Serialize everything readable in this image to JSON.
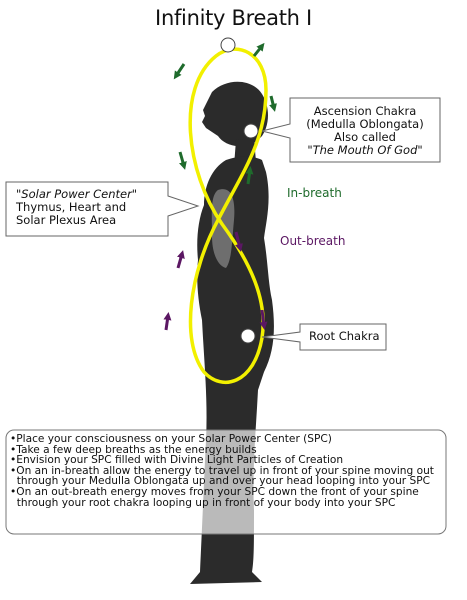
{
  "title": "Infinity Breath I",
  "callouts": {
    "ascension": [
      "Ascension Chakra",
      "(Medulla Oblongata)",
      "Also called",
      "\"The Mouth Of God\""
    ],
    "solar": [
      "\"Solar Power Center\"",
      "Thymus, Heart and",
      "Solar Plexus Area"
    ],
    "root": "Root Chakra"
  },
  "flows": {
    "in_breath": "In-breath",
    "out_breath": "Out-breath"
  },
  "colors": {
    "in_breath": "#1f6b2c",
    "out_breath": "#5b1763",
    "infinity_loop": "#f2f000",
    "body": "#2b2b2b"
  },
  "instructions": [
    "•Place your consciousness on your Solar Power Center (SPC)",
    "•Take a few deep breaths as the energy builds",
    "•Envision your SPC filled with Divine Light Particles of Creation",
    "•On an in-breath allow the energy to travel up in front of your spine moving out",
    "  through your Medulla Oblongata up and over your head looping into your SPC",
    "•On an out-breath energy moves from your SPC down the front of your spine",
    "  through your root chakra looping up in front of your body into your SPC"
  ]
}
